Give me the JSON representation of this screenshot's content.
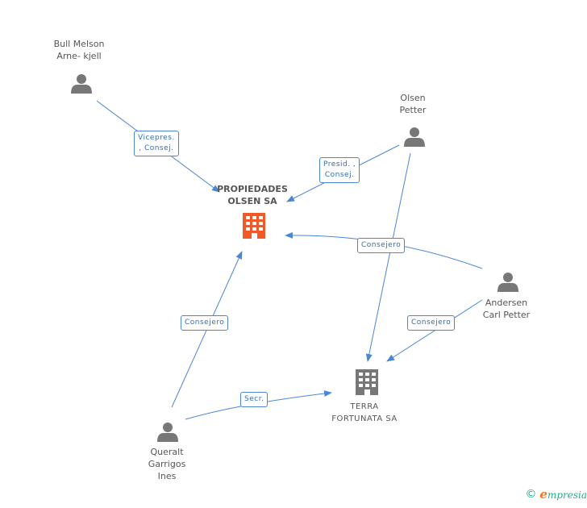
{
  "colors": {
    "edge": "#4a86d4",
    "person": "#777777",
    "company_main": "#f05a28",
    "company": "#777777"
  },
  "nodes": {
    "bull": {
      "line1": "Bull Melson",
      "line2": "Arne- kjell",
      "icon": "person-icon"
    },
    "olsen_petter": {
      "line1": "Olsen",
      "line2": "Petter",
      "icon": "person-icon"
    },
    "propiedades": {
      "line1": "PROPIEDADES",
      "line2": "OLSEN SA",
      "icon": "building-icon"
    },
    "andersen": {
      "line1": "Andersen",
      "line2": "Carl Petter",
      "icon": "person-icon"
    },
    "terra": {
      "line1": "TERRA",
      "line2": "FORTUNATA SA",
      "icon": "building-icon"
    },
    "queralt": {
      "line1": "Queralt",
      "line2": "Garrigos",
      "line3": "Ines",
      "icon": "person-icon"
    }
  },
  "edges": {
    "bull_prop": {
      "line1": "Vicepres.",
      "line2": ", Consej."
    },
    "olsen_prop": {
      "line1": "Presid. ,",
      "line2": "Consej."
    },
    "andersen_prop": {
      "line1": "Consejero"
    },
    "andersen_terra": {
      "line1": "Consejero"
    },
    "queralt_prop": {
      "line1": "Consejero"
    },
    "queralt_terra": {
      "line1": "Secr."
    }
  },
  "footer": {
    "copyright": "©",
    "brand_initial": "e",
    "brand_rest": "mpresia"
  }
}
